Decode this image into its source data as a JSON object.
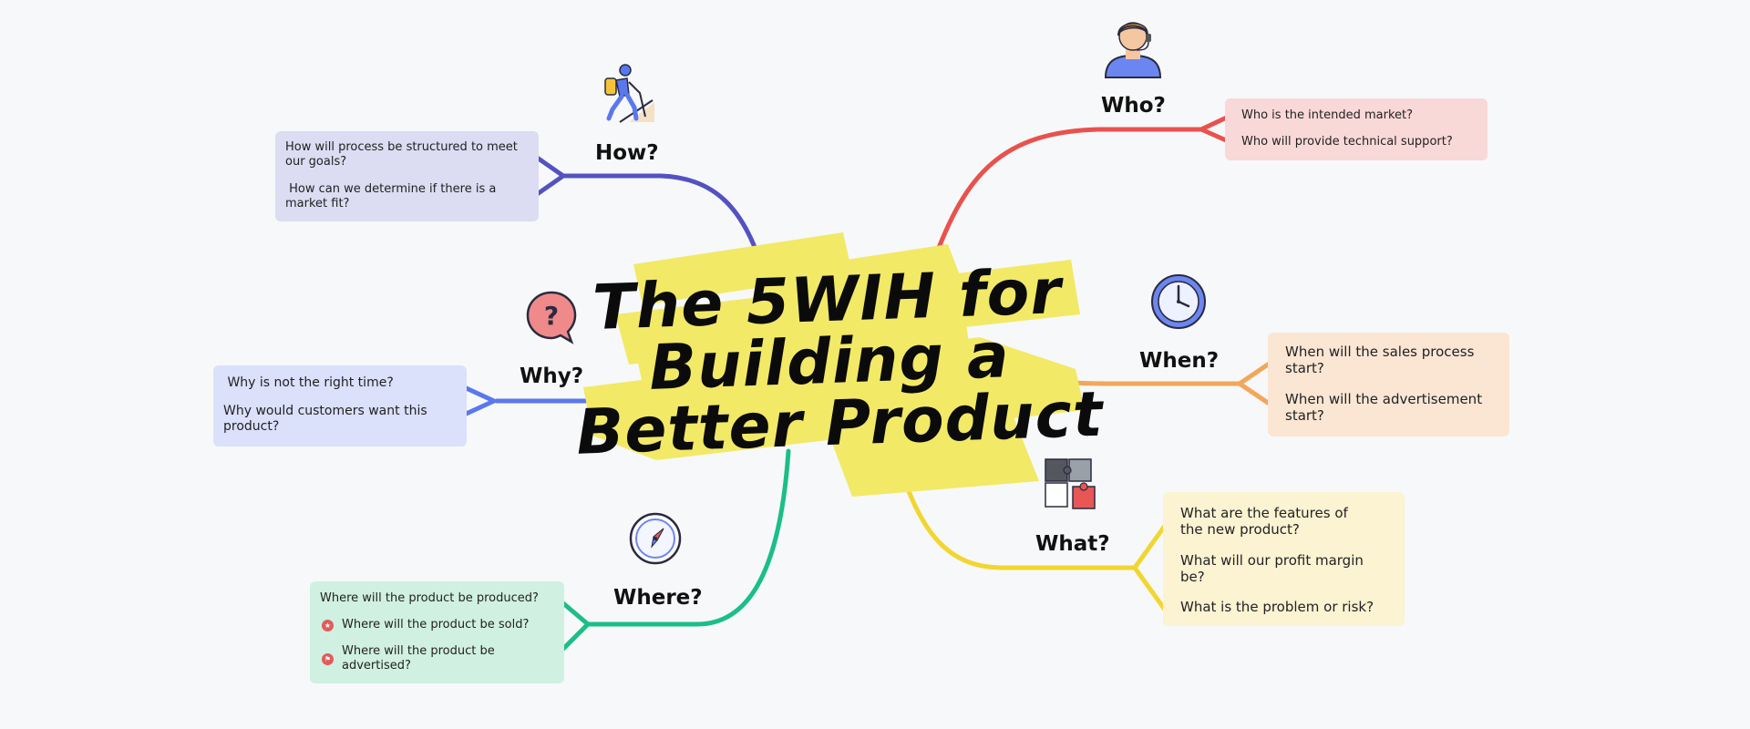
{
  "title": {
    "line1": "The 5WIH for",
    "line2": "Building a",
    "line3": "Better Product"
  },
  "branches": {
    "who": {
      "label": "Who?",
      "items": [
        "Who is the intended market?",
        "Who will provide technical support?"
      ],
      "color": "#e8524e",
      "box_color": "#f9d8d8",
      "icon": "person-headset-icon"
    },
    "how": {
      "label": "How?",
      "items": [
        "How will process be structured to meet our goals?",
        " How can we determine if there is a market fit?"
      ],
      "color": "#5452c1",
      "box_color": "#dcdcf3",
      "icon": "hiker-icon"
    },
    "why": {
      "label": "Why?",
      "items": [
        " Why is not the right time?",
        "Why would customers want this product?"
      ],
      "color": "#5a78ee",
      "box_color": "#dbe0fb",
      "icon": "question-bubble-icon"
    },
    "when": {
      "label": "When?",
      "items": [
        "When will the sales process start?",
        "When will the advertisement start?"
      ],
      "color": "#f2a75a",
      "box_color": "#fbe6d4",
      "icon": "clock-icon"
    },
    "what": {
      "label": "What?",
      "items": [
        "What are the features of the new product?",
        "What will our profit margin be?",
        "What is the problem or risk?"
      ],
      "color": "#f2d630",
      "box_color": "#fbf3d2",
      "icon": "puzzle-icon"
    },
    "where": {
      "label": "Where?",
      "items": [
        "Where will the product be produced?",
        "Where will the product be sold?",
        "Where will the product be advertised?"
      ],
      "color": "#1bbf86",
      "box_color": "#d0f0e2",
      "icon": "compass-icon"
    }
  },
  "title_highlight_color": "#f2e967"
}
